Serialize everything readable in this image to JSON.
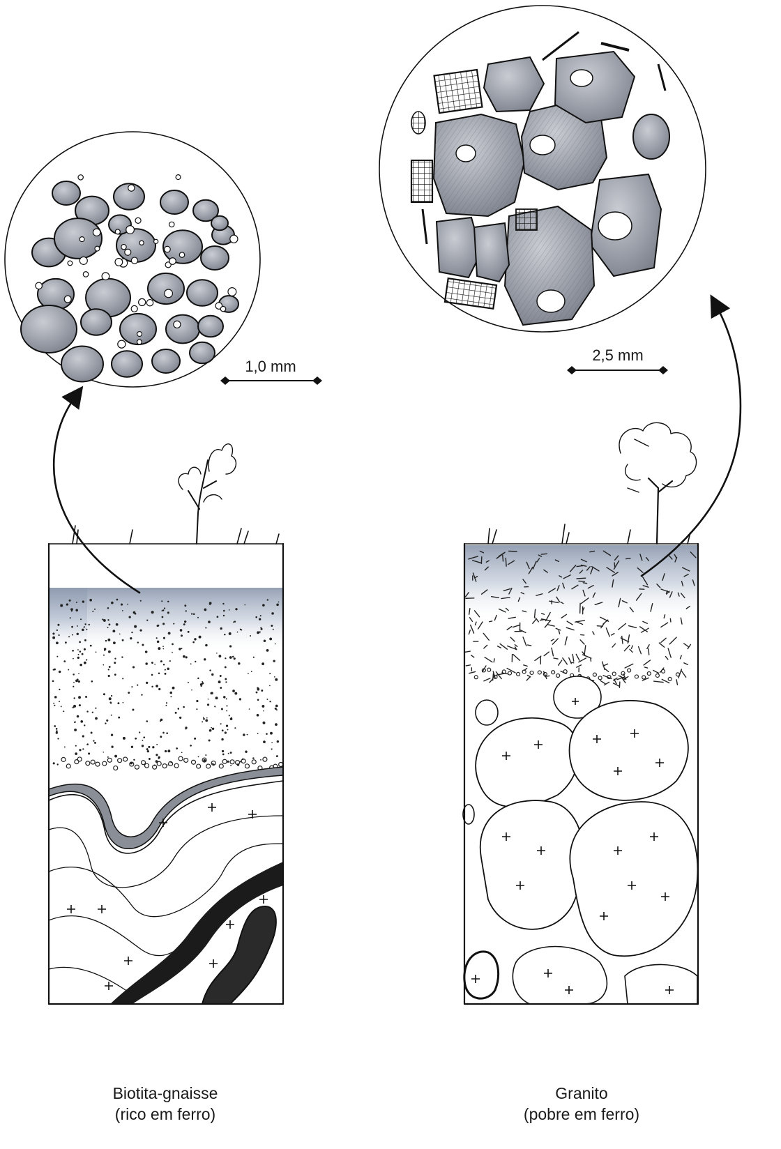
{
  "scale_bars": {
    "left": "1,0 mm",
    "right": "2,5 mm"
  },
  "profiles": {
    "left": {
      "rock": "Biotita-gnaisse",
      "note": "(rico em ferro)"
    },
    "right": {
      "rock": "Granito",
      "note": "(pobre em ferro)"
    }
  },
  "colors": {
    "ink": "#111111",
    "grain_fill": "#9ea3ad",
    "topsoil_tint": "#aeb8c8",
    "iron_band": "#7c7f86"
  }
}
